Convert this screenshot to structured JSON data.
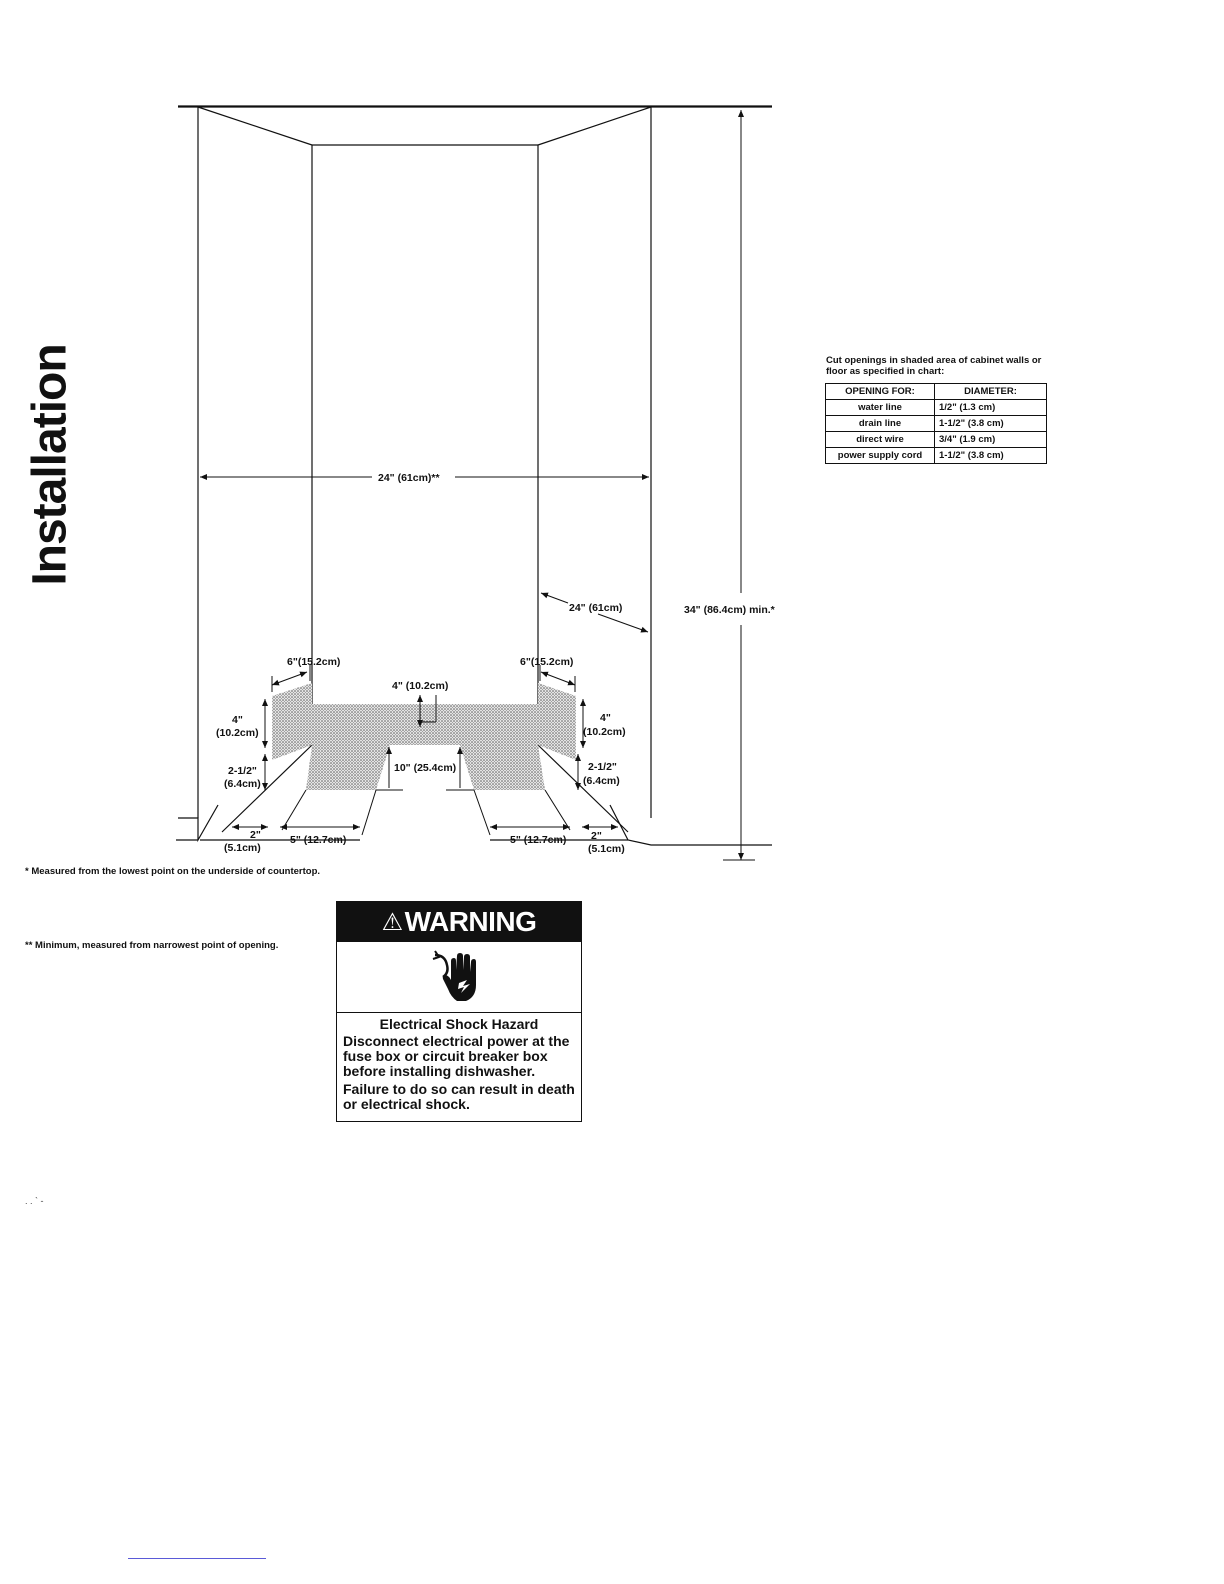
{
  "section_title": "Installation",
  "diagram": {
    "labels": {
      "opening_width": "24\" (61cm)**",
      "depth": "24\" (61cm)",
      "height": "34\" (86.4cm) min.*",
      "left_side_offset": "6\"(15.2cm)",
      "right_side_offset": "6\"(15.2cm)",
      "back_height": "4\" (10.2cm)",
      "left_wall_height_in": "4\"",
      "left_wall_height_cm": "(10.2cm)",
      "right_wall_height_in": "4\"",
      "right_wall_height_cm": "(10.2cm)",
      "left_floor_gap_in": "2-1/2\"",
      "left_floor_gap_cm": "(6.4cm)",
      "right_floor_gap_in": "2-1/2\"",
      "right_floor_gap_cm": "(6.4cm)",
      "center_floor": "10\" (25.4cm)",
      "left_edge_in": "2\"",
      "left_edge_cm": "(5.1cm)",
      "right_edge_in": "2\"",
      "right_edge_cm": "(5.1cm)",
      "left_floor_width": "5\" (12.7cm)",
      "right_floor_width": "5\" (12.7cm)"
    }
  },
  "footnotes": {
    "single_star": "* Measured from the lowest point on the underside of countertop.",
    "double_star": "** Minimum, measured from narrowest point of opening."
  },
  "chart": {
    "caption": "Cut openings in shaded area of cabinet walls or floor as specified in chart:",
    "headers": [
      "OPENING FOR:",
      "DIAMETER:"
    ],
    "rows": [
      [
        "water line",
        "1/2\"   (1.3 cm)"
      ],
      [
        "drain line",
        "1-1/2\" (3.8 cm)"
      ],
      [
        "direct wire",
        "3/4\"   (1.9 cm)"
      ],
      [
        "power supply cord",
        "1-1/2\" (3.8 cm)"
      ]
    ]
  },
  "warning": {
    "symbol": "⚠",
    "title": "WARNING",
    "icon": "electrical-shock-hand-icon",
    "hazard": "Electrical Shock Hazard",
    "instruction": "Disconnect electrical power at the fuse box or circuit breaker box before installing dishwasher.",
    "consequence": "Failure to do so can result in death or electrical shock."
  },
  "corner_mark": ". . ` -"
}
